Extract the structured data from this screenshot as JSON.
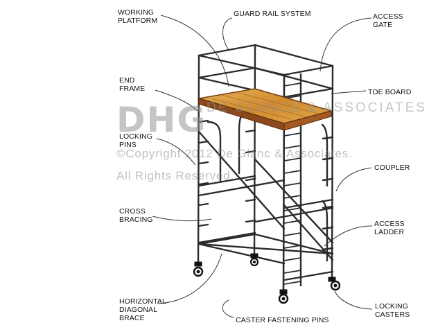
{
  "labels": {
    "working_platform": [
      "WORKING",
      "PLATFORM"
    ],
    "guard_rail": "GUARD RAIL SYSTEM",
    "access_gate": [
      "ACCESS",
      "GATE"
    ],
    "end_frame": [
      "END",
      "FRAME"
    ],
    "toe_board": "TOE BOARD",
    "locking_pins": [
      "LOCKING",
      "PINS"
    ],
    "coupler": "COUPLER",
    "cross_bracing": [
      "CROSS",
      "BRACING"
    ],
    "access_ladder": [
      "ACCESS",
      "LADDER"
    ],
    "horizontal_brace": [
      "HORIZONTAL",
      "DIAGONAL",
      "BRACE"
    ],
    "locking_casters": [
      "LOCKING",
      "CASTERS"
    ],
    "caster_pins": "CASTER FASTENING PINS"
  },
  "watermark": {
    "logo": "DHG",
    "name": "DE GLANCE & ASSOCIATES",
    "copyright": "©Copyright 2012 De Glanc & Associates.",
    "rights": "All Rights Reserved."
  },
  "colors": {
    "frame": "#2b2b2b",
    "platform_wood": "#d89a3c",
    "platform_edge": "#7a3e14",
    "leader": "#333333"
  }
}
